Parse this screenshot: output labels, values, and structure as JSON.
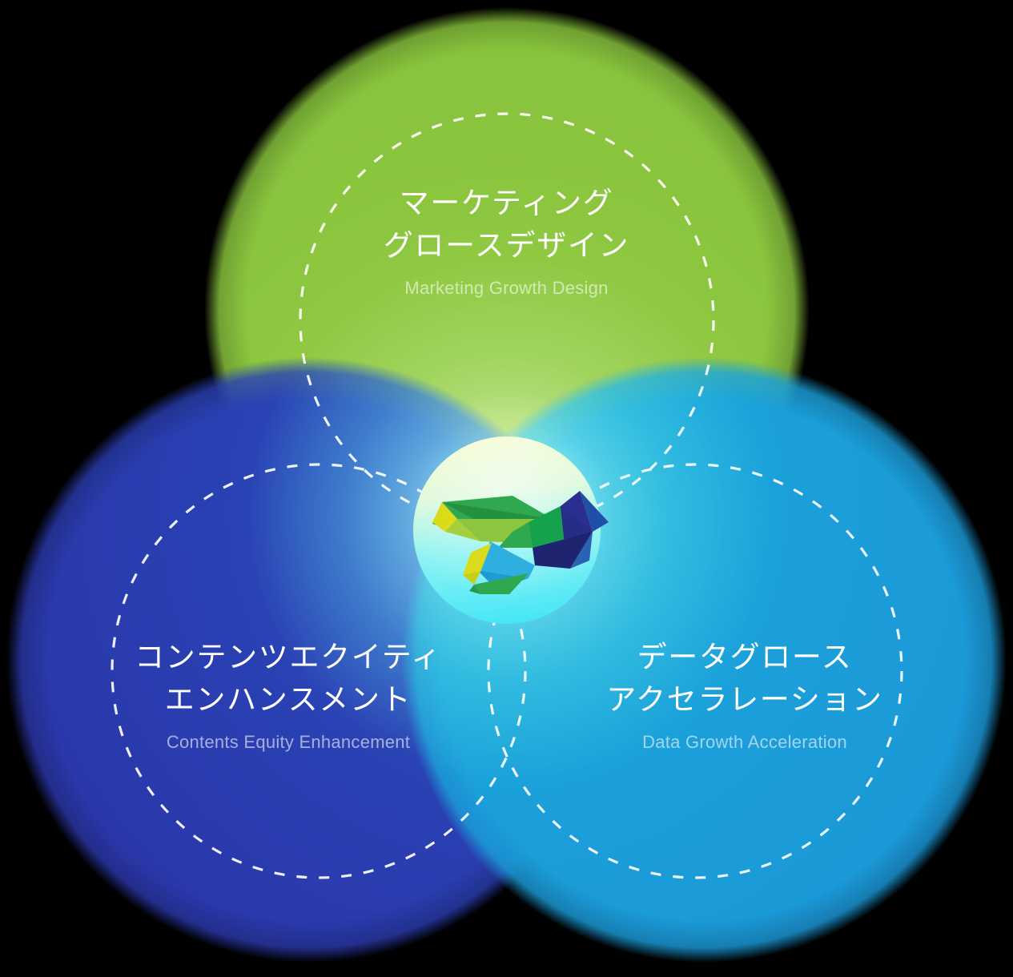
{
  "diagram": {
    "type": "venn-3-circle",
    "background_color": "#000000",
    "center_logo": {
      "icon": "origami-bird-logo",
      "glow_colors": [
        "#f4fbc9",
        "#7ff3f6",
        "#3fe0f2"
      ]
    },
    "circles": [
      {
        "key": "marketing",
        "color": "#8CC63F",
        "position": "top",
        "title_ja_line1": "マーケティング",
        "title_ja_line2": "グロースデザイン",
        "title_en": "Marketing Growth Design"
      },
      {
        "key": "contents",
        "color": "#2B35A8",
        "position": "bottom-left",
        "title_ja_line1": "コンテンツエクイティ",
        "title_ja_line2": "エンハンスメント",
        "title_en": "Contents Equity Enhancement"
      },
      {
        "key": "data",
        "color": "#1B97D8",
        "position": "bottom-right",
        "title_ja_line1": "データグロース",
        "title_ja_line2": "アクセラレーション",
        "title_en": "Data Growth Acceleration"
      }
    ]
  }
}
